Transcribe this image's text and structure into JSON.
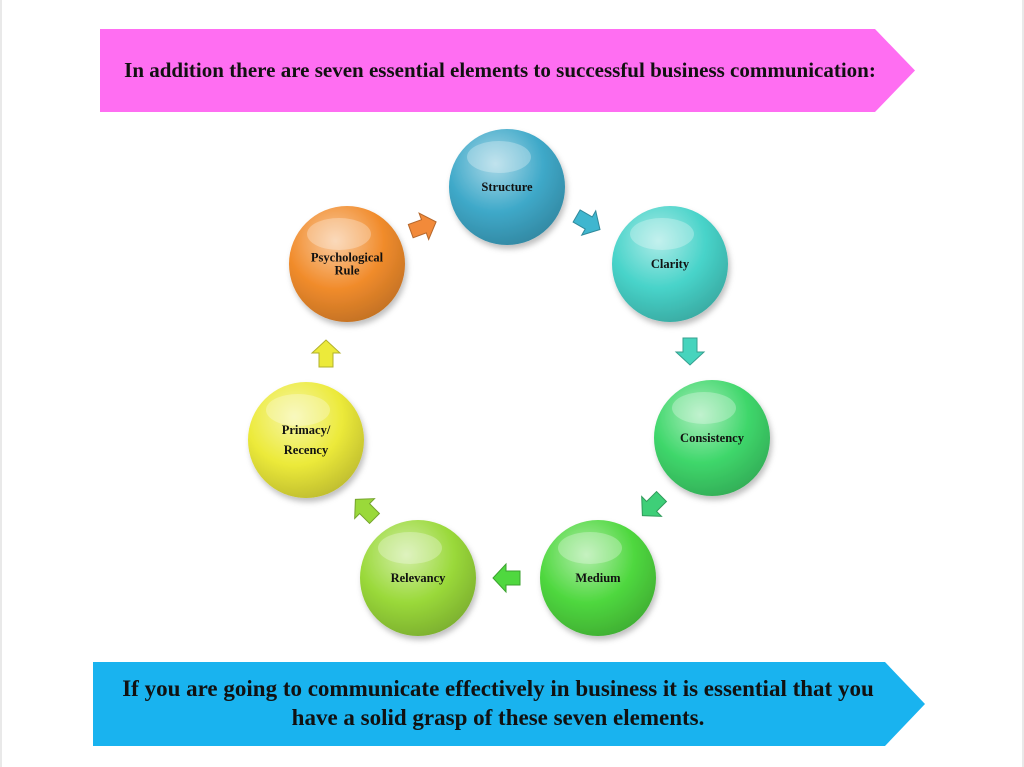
{
  "top_banner": {
    "text": "In addition there are seven essential elements to successful business communication:",
    "color": "#ff6ef2"
  },
  "bottom_banner": {
    "text": "If you are going to communicate effectively in business it is essential that you have a solid grasp of these seven elements.",
    "color": "#19b3ef"
  },
  "cycle": {
    "nodes": [
      {
        "label": [
          "Structure"
        ],
        "color": "#3fa9c9"
      },
      {
        "label": [
          "Clarity"
        ],
        "color": "#47d3c9"
      },
      {
        "label": [
          "Consistency"
        ],
        "color": "#3fd76b"
      },
      {
        "label": [
          "Medium"
        ],
        "color": "#4fd83f"
      },
      {
        "label": [
          "Relevancy"
        ],
        "color": "#9ad93a"
      },
      {
        "label": [
          "Primacy/",
          "Recency"
        ],
        "color": "#ecea3a"
      },
      {
        "label": [
          "Psychological",
          "Rule"
        ],
        "color": "#f18c2c"
      }
    ],
    "arrow_colors": [
      "#3fb6cf",
      "#46d4bd",
      "#3ecf78",
      "#4fd83f",
      "#9ad93a",
      "#ecea3a",
      "#f28a3a"
    ]
  }
}
